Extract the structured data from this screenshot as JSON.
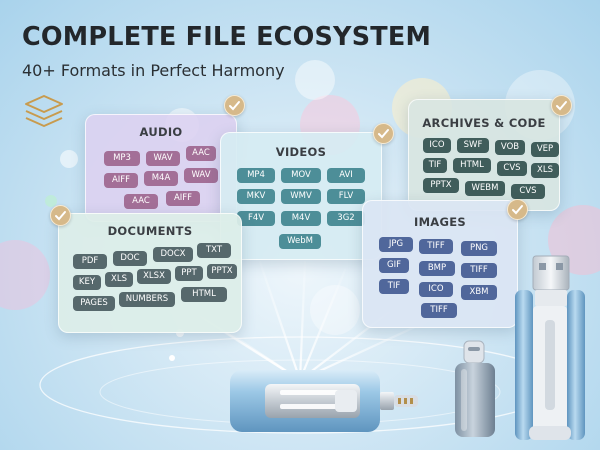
{
  "header": {
    "title": "COMPLETE FILE ECOSYSTEM",
    "subtitle": "40+ Formats in Perfect Harmony"
  },
  "cards": {
    "audio": {
      "title": "AUDIO",
      "formats": [
        "MP3",
        "WAV",
        "AAC",
        "AIFF",
        "M4A",
        "WAV",
        "AAC",
        "AIFF"
      ]
    },
    "videos": {
      "title": "VIDEOS",
      "formats": [
        "MP4",
        "MOV",
        "AVI",
        "MKV",
        "WMV",
        "FLV",
        "F4V",
        "M4V",
        "3G2",
        "WebM"
      ]
    },
    "archives": {
      "title": "ARCHIVES & CODE",
      "formats": [
        "ICO",
        "SWF",
        "VOB",
        "VEP",
        "TIF",
        "HTML",
        "CVS",
        "XLS",
        "PPTX",
        "WEBM",
        "CVS"
      ]
    },
    "documents": {
      "title": "DOCUMENTS",
      "formats": [
        "PDF",
        "DOC",
        "DOCX",
        "TXT",
        "KEY",
        "XLS",
        "XLSX",
        "PPT",
        "PPTX",
        "PAGES",
        "NUMBERS",
        "HTML"
      ]
    },
    "images": {
      "title": "IMAGES",
      "formats": [
        "JPG",
        "TIFF",
        "PNG",
        "GIF",
        "BMP",
        "TIFF",
        "TIF",
        "ICO",
        "XBM",
        "TIFF"
      ]
    }
  },
  "icons": {
    "layers": "layers-icon",
    "check": "checkmark-badge-icon",
    "usb": "usb-flash-drive-icon",
    "adapter": "usb-c-adapter-icon"
  },
  "colors": {
    "audio_card": "#dcd0f0",
    "audio_tag": "#a36f97",
    "videos_card": "#d6ebf2",
    "videos_tag": "#4d8e98",
    "archives_card": "#d8e5e1",
    "archives_tag": "#405d5b",
    "documents_card": "#ddeee8",
    "documents_tag": "#56686c",
    "images_card": "#dae5f3",
    "images_tag": "#50679b",
    "badge": "#d6b98a",
    "headline": "#23272b"
  }
}
